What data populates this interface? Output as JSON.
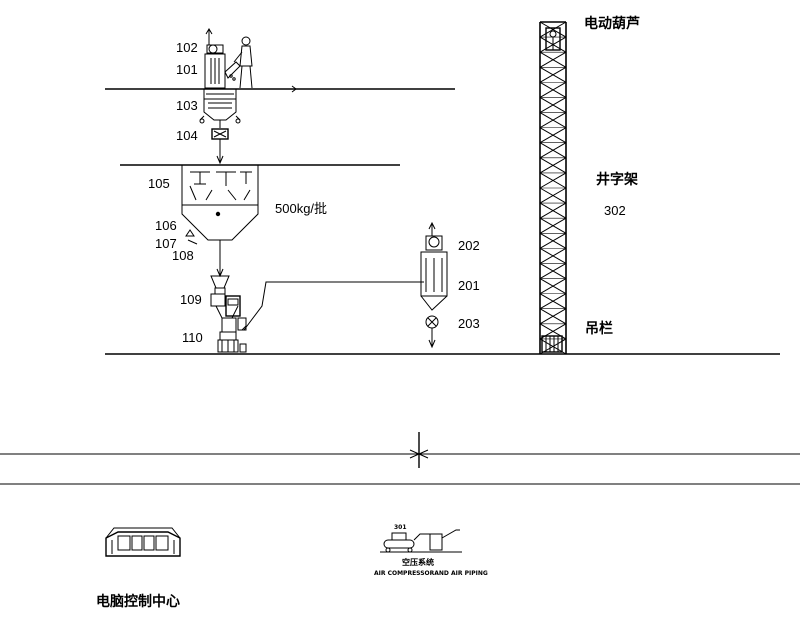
{
  "labels": {
    "l102": "102",
    "l101": "101",
    "l103": "103",
    "l104": "104",
    "l105": "105",
    "l106": "106",
    "l107": "107",
    "l108": "108",
    "l109": "109",
    "l110": "110",
    "l202": "202",
    "l201": "201",
    "l203": "203",
    "l302": "302",
    "l301": "301",
    "capacity": "500kg/批",
    "hoist": "电动葫芦",
    "frame": "井字架",
    "cage": "吊栏",
    "control_center": "电脑控制中心",
    "air_system_cn": "空压系统",
    "air_system_en": "AIR COMPRESSORAND AIR PIPING"
  }
}
